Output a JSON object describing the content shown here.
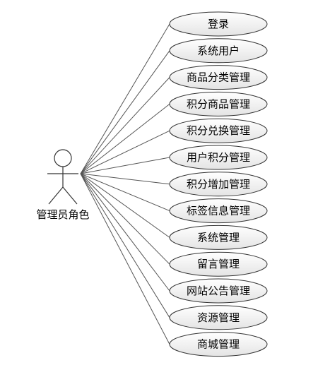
{
  "actor": {
    "name": "管理员角色"
  },
  "use_cases": [
    {
      "label": "登录"
    },
    {
      "label": "系统用户"
    },
    {
      "label": "商品分类管理"
    },
    {
      "label": "积分商品管理"
    },
    {
      "label": "积分兑换管理"
    },
    {
      "label": "用户积分管理"
    },
    {
      "label": "积分增加管理"
    },
    {
      "label": "标签信息管理"
    },
    {
      "label": "系统管理"
    },
    {
      "label": "留言管理"
    },
    {
      "label": "网站公告管理"
    },
    {
      "label": "资源管理"
    },
    {
      "label": "商城管理"
    }
  ],
  "colors": {
    "line": "#555555",
    "ellipse_stroke": "#333333",
    "ellipse_fill_top": "#ffffff",
    "ellipse_fill_bottom": "#e4e4e4"
  }
}
